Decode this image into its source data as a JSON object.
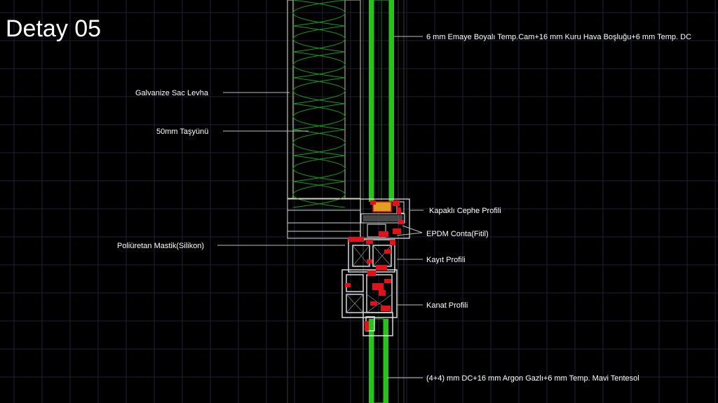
{
  "drawing": {
    "title": "Detay 05",
    "colors": {
      "background": "#000000",
      "grid": "#1c2233",
      "glass": "#27c21b",
      "gasket": "#e0121a",
      "profile": "#e8e8e8",
      "insulation": "#1a9a1a",
      "sheet": "#c8c8a0",
      "leader": "#bdbdbd",
      "text": "#ffffff"
    },
    "labels": {
      "glass_top": "6 mm Emaye Boyalı Temp.Cam+16 mm Kuru Hava Boşluğu+6 mm Temp. DC",
      "sheet": "Galvanize Sac Levha",
      "insulation": "50mm Taşyünü",
      "cover_profile": "Kapaklı Cephe Profili",
      "epdm": "EPDM Conta(Fitil)",
      "sealant": "Poliüretan Mastik(Silikon)",
      "transom": "Kayıt Profili",
      "sash": "Kanat Profili",
      "glass_bottom": "(4+4) mm DC+16 mm Argon Gazlı+6 mm Temp. Mavi Tentesol"
    }
  }
}
